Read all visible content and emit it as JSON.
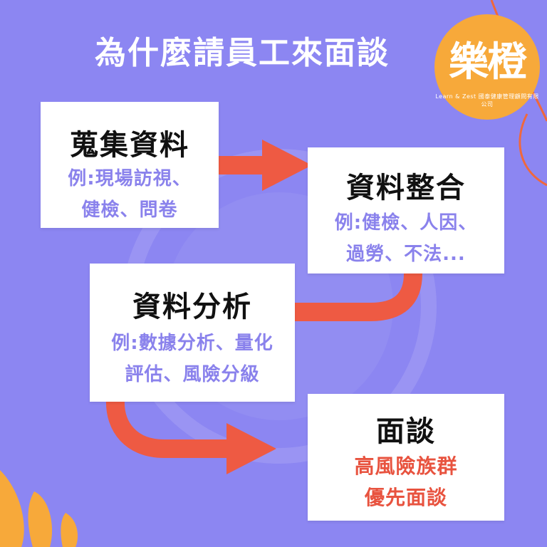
{
  "title": "為什麼請員工來面談",
  "logo": {
    "main_text": "樂橙",
    "sub_text": "Learn & Zest  國泰健康管理顧問有限公司"
  },
  "steps": [
    {
      "title": "蒐集資料",
      "lines": [
        "例:現場訪視、",
        "健檢、問卷"
      ]
    },
    {
      "title": "資料整合",
      "lines": [
        "例:健檢、人因、",
        "過勞、不法..."
      ]
    },
    {
      "title": "資料分析",
      "lines": [
        "例:數據分析、量化",
        "評估、風險分級"
      ]
    },
    {
      "title": "面談",
      "lines": [
        "高風險族群",
        "優先面談"
      ]
    }
  ],
  "colors": {
    "background": "#8c86f2",
    "card": "#ffffff",
    "heading": "#111111",
    "example_text": "#8a82ec",
    "emphasis_text": "#e8533f",
    "arrow": "#ee5a43",
    "logo": "#f7a93a"
  }
}
